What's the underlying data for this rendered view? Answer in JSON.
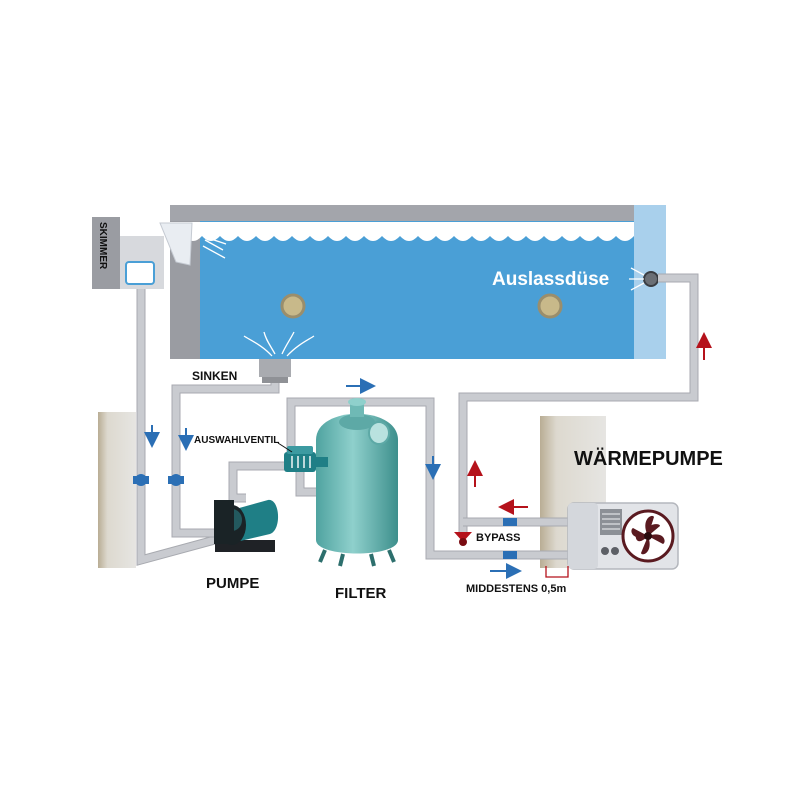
{
  "labels": {
    "skimmer": "SKIMMER",
    "outlet_nozzle": "Auslassdüse",
    "drain": "SINKEN",
    "selector_valve": "AUSWAHLVENTIL",
    "pump": "PUMPE",
    "filter": "FILTER",
    "heat_pump": "WÄRMEPUMPE",
    "bypass": "BYPASS",
    "min_distance": "MIDDESTENS 0,5m"
  },
  "colors": {
    "water": "#4a9fd6",
    "pipe": "#c9cbd0",
    "flow_arrow_blue": "#2b6fb5",
    "flow_arrow_red": "#b5121b",
    "filter_tank": "#6fb9b5",
    "pump_body": "#1f7f86"
  }
}
